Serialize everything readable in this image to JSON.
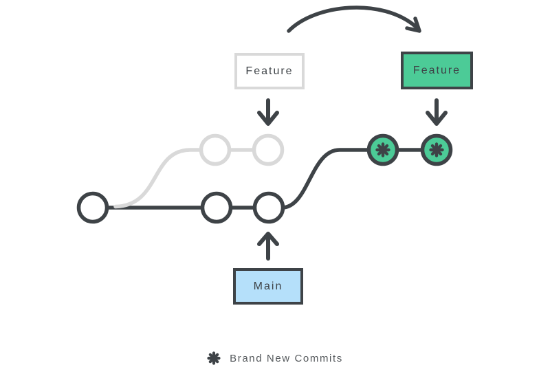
{
  "boxes": {
    "feature_original": {
      "label": "Feature",
      "style": "white-with-light-gray-border"
    },
    "feature_rebased": {
      "label": "Feature",
      "style": "green-with-dark-border"
    },
    "main": {
      "label": "Main",
      "style": "light-blue-with-dark-border"
    }
  },
  "legend": {
    "icon": "asterisk-icon",
    "text": "Brand New Commits"
  },
  "graph": {
    "type": "git-rebase-diagram",
    "main_branch_commit_count": 3,
    "original_feature_branch_commit_count": 2,
    "rebased_feature_branch_commit_count": 2,
    "new_commit_marker": "asterisk",
    "original_feature_branch_style": "faded-light-gray",
    "rebase_direction": "original-feature-moves-onto-tip-of-main"
  },
  "colors": {
    "dark": "#3E4347",
    "green": "#4CCB97",
    "light_gray": "#D9D9D9",
    "light_blue": "#B5E0FA",
    "legend_text": "#55595C",
    "background": "#FFFFFF"
  }
}
